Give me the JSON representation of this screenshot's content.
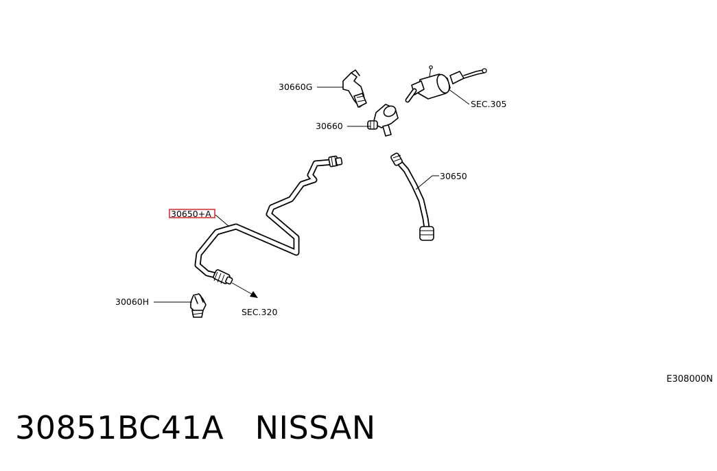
{
  "labels": {
    "part_30660g": "30660G",
    "part_30660": "30660",
    "part_sec305": "SEC.305",
    "part_30650": "30650",
    "part_30650a": "30650+A",
    "part_30060h": "30060H",
    "part_sec320": "SEC.320"
  },
  "diagram_code": "E308000N",
  "footer": {
    "part_number": "30851BC41A",
    "brand": "NISSAN"
  },
  "colors": {
    "highlight": "#e01010",
    "line": "#000000"
  }
}
